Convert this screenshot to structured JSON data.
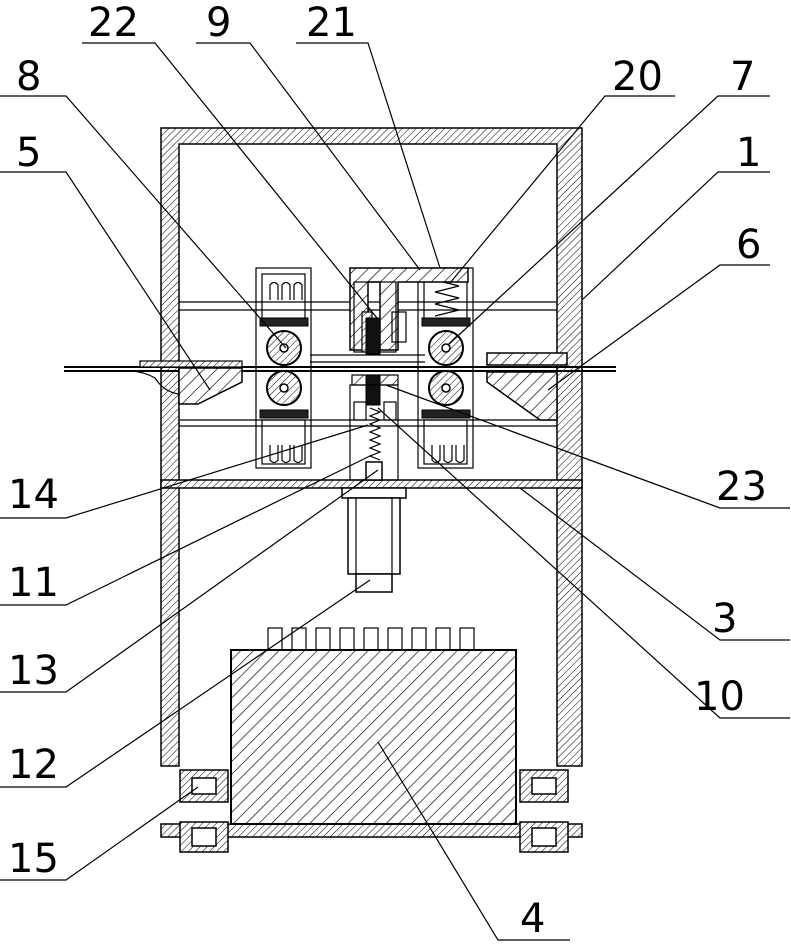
{
  "callouts": [
    {
      "id": "c22",
      "label": "22"
    },
    {
      "id": "c9",
      "label": "9"
    },
    {
      "id": "c21",
      "label": "21"
    },
    {
      "id": "c8",
      "label": "8"
    },
    {
      "id": "c20",
      "label": "20"
    },
    {
      "id": "c7",
      "label": "7"
    },
    {
      "id": "c5",
      "label": "5"
    },
    {
      "id": "c1",
      "label": "1"
    },
    {
      "id": "c6",
      "label": "6"
    },
    {
      "id": "c14",
      "label": "14"
    },
    {
      "id": "c23",
      "label": "23"
    },
    {
      "id": "c11",
      "label": "11"
    },
    {
      "id": "c3",
      "label": "3"
    },
    {
      "id": "c13",
      "label": "13"
    },
    {
      "id": "c10",
      "label": "10"
    },
    {
      "id": "c12",
      "label": "12"
    },
    {
      "id": "c15",
      "label": "15"
    },
    {
      "id": "c4",
      "label": "4"
    }
  ]
}
